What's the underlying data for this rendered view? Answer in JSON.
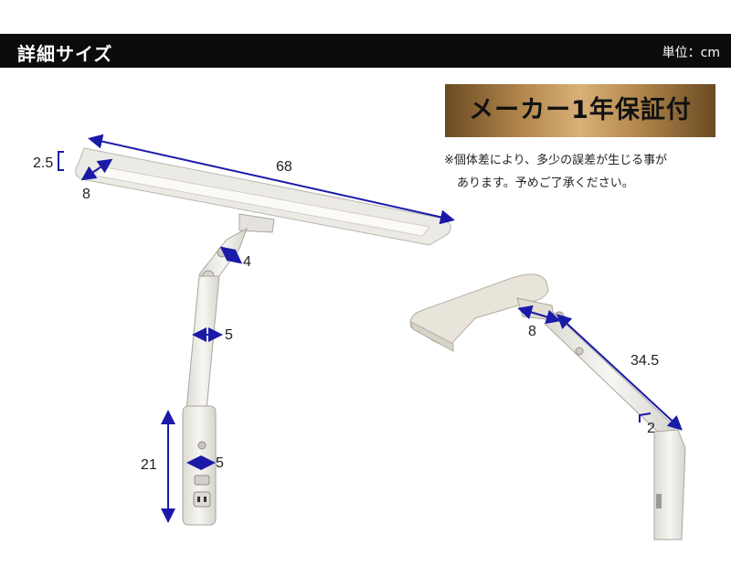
{
  "header": {
    "title": "詳細サイズ",
    "unit": "単位：cm"
  },
  "warranty": {
    "label": "メーカー1年保証付"
  },
  "note": {
    "line1": "※個体差により、多少の誤差が生じる事が",
    "line2": "あります。予めご了承ください。"
  },
  "dimensions": {
    "head_height": "2.5",
    "head_length": "68",
    "head_depth": "8",
    "joint_width": "4",
    "arm_width": "5",
    "base_height": "21",
    "base_width": "5",
    "side_head_depth": "8",
    "side_arm_length": "34.5",
    "side_base_depth": "2"
  },
  "colors": {
    "accent": "#1a1aa8",
    "header_bg": "#0c0c0c",
    "lamp": "#f3f1ec"
  }
}
